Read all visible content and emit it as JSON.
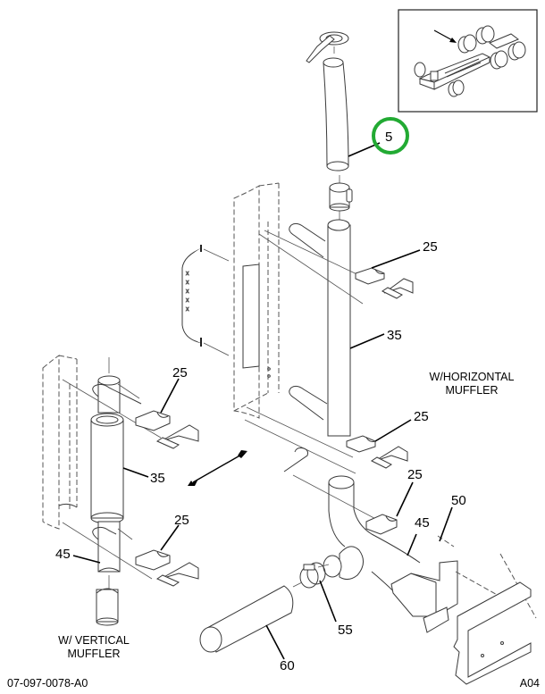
{
  "diagram": {
    "title": "Exhaust system parts diagram",
    "drawing_number": "07-097-0078-A0",
    "revision": "A04",
    "highlight_color": "#22aa33",
    "highlighted_callout": "5",
    "callouts": [
      {
        "id": "c5",
        "label": "5",
        "part": "tail pipe (stack)",
        "highlighted": true
      },
      {
        "id": "c25a",
        "label": "25",
        "part": "clamp (upper, horizontal)"
      },
      {
        "id": "c35a",
        "label": "35",
        "part": "pipe (horizontal muffler config)"
      },
      {
        "id": "c25b",
        "label": "25",
        "part": "clamp (lower, horizontal)"
      },
      {
        "id": "c25c",
        "label": "25",
        "part": "clamp (upper, vertical)"
      },
      {
        "id": "c35b",
        "label": "35",
        "part": "muffler (vertical)"
      },
      {
        "id": "c25d",
        "label": "25",
        "part": "clamp (lower, vertical)"
      },
      {
        "id": "c45a",
        "label": "45",
        "part": "pipe (vertical config)"
      },
      {
        "id": "c25e",
        "label": "25",
        "part": "clamp (elbow)"
      },
      {
        "id": "c45b",
        "label": "45",
        "part": "elbow pipe"
      },
      {
        "id": "c50",
        "label": "50",
        "part": "bracket"
      },
      {
        "id": "c55",
        "label": "55",
        "part": "band clamp"
      },
      {
        "id": "c60",
        "label": "60",
        "part": "pipe"
      }
    ],
    "notes": {
      "horizontal": [
        "W/HORIZONTAL",
        "MUFFLER"
      ],
      "vertical": [
        "W/ VERTICAL",
        "MUFFLER"
      ]
    },
    "inset": {
      "description": "truck chassis locator with arrow"
    }
  }
}
